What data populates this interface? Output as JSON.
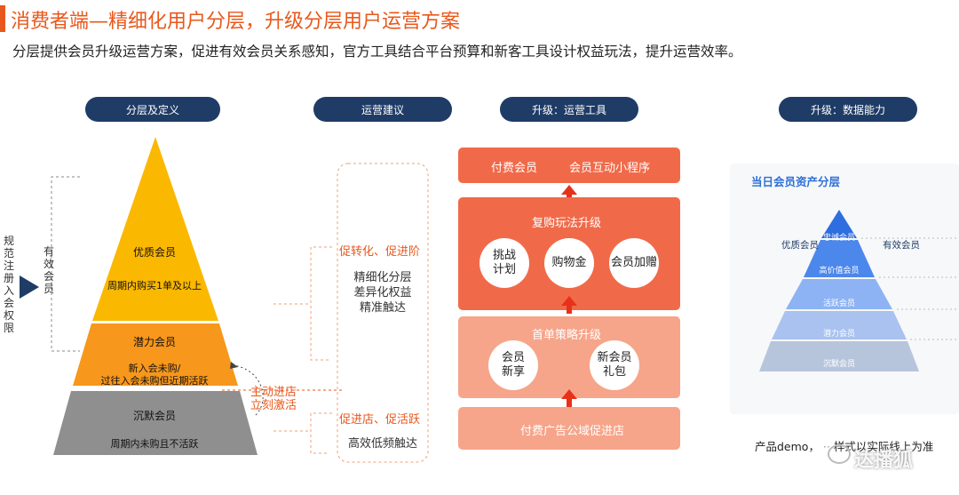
{
  "header": {
    "title": "消费者端—精细化用户分层，升级分层用户运营方案",
    "subtitle": "分层提供会员升级运营方案，促进有效会员关系感知，官方工具结合平台预算和新客工具设计权益玩法，提升运营效率。"
  },
  "sections": {
    "layer": "分层及定义",
    "ops": "运营建议",
    "tools": "升级：运营工具",
    "data": "升级：数据能力"
  },
  "left": {
    "side_label": "规范注册入会权限",
    "effective_label": "有效会员",
    "tiers": [
      {
        "name": "优质会员",
        "desc": "周期内购买1单及以上"
      },
      {
        "name": "潜力会员",
        "desc1": "新入会未购/",
        "desc2": "过往入会未购但近期活跃"
      },
      {
        "name": "沉默会员",
        "desc": "周期内未购且不活跃"
      }
    ],
    "callout1": "主动进店",
    "callout2": "立刻激活"
  },
  "ops": {
    "top_head": "促转化、促进阶",
    "top_items": [
      "精细化分层",
      "差异化权益",
      "精准触达"
    ],
    "bottom_head": "促进店、促活跃",
    "bottom_item": "高效低频触达"
  },
  "tools": {
    "top_bar": [
      "付费会员",
      "会员互动小程序"
    ],
    "repurchase": {
      "title": "复购玩法升级",
      "circles": [
        "挑战\n计划",
        "购物金",
        "会员加赠"
      ]
    },
    "first_order": {
      "title": "首单策略升级",
      "circles": [
        "会员\n新享",
        "新会员\n礼包"
      ]
    },
    "bottom": "付费广告公域促进店"
  },
  "data_panel": {
    "title": "当日会员资产分层",
    "left_label": "优质会员",
    "right_label": "有效会员",
    "levels": [
      "忠诚会员",
      "高价值会员",
      "活跃会员",
      "潜力会员",
      "沉默会员"
    ],
    "caption": "产品demo，",
    "caption_suffix": "样式以实际线上为准",
    "watermark": "达播狐"
  },
  "colors": {
    "accent": "#e8581c",
    "navy": "#1f3c66",
    "gold": "#fbb800",
    "orange": "#f7971c",
    "gray": "#8f8f8f"
  }
}
